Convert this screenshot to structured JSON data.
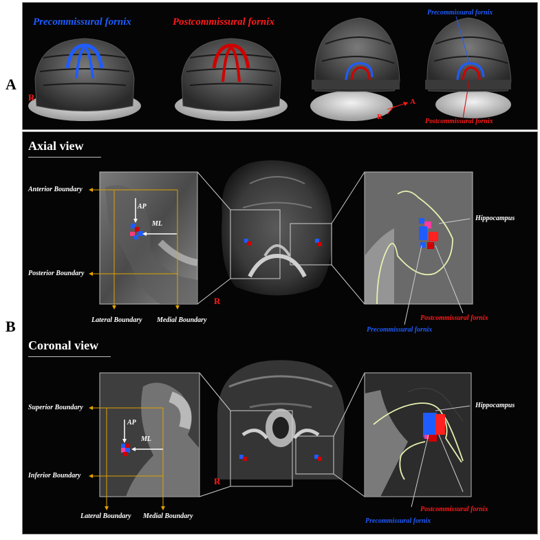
{
  "panels": {
    "a": "A",
    "b": "B"
  },
  "panel_a": {
    "label_blue": "Precommissural fornix",
    "label_red": "Postcommissural fornix",
    "sagittal_top_label": "Precommissural fornix",
    "sagittal_bottom_label": "Postcommissural fornix",
    "r_marker": "R",
    "orient_r": "R",
    "orient_a": "A"
  },
  "axial": {
    "title": "Axial view",
    "ap": "AP",
    "ml": "ML",
    "anterior": "Anterior Boundary",
    "posterior": "Posterior Boundary",
    "lateral": "Lateral Boundary",
    "medial": "Medial Boundary",
    "r_marker": "R",
    "hippocampus": "Hippocampus",
    "post": "Postcommissural fornix",
    "pre": "Precommissural fornix"
  },
  "coronal": {
    "title": "Coronal view",
    "ap": "AP",
    "ml": "ML",
    "superior": "Superior Boundary",
    "inferior": "Inferior Boundary",
    "lateral": "Lateral Boundary",
    "medial": "Medial Boundary",
    "r_marker": "R",
    "hippocampus": "Hippocampus",
    "post": "Postcommissural fornix",
    "pre": "Precommissural fornix"
  },
  "colors": {
    "pre": "#1f5cff",
    "post": "#ff1a1a",
    "boundary": "#e0a300",
    "outline": "#e8f0b0"
  }
}
